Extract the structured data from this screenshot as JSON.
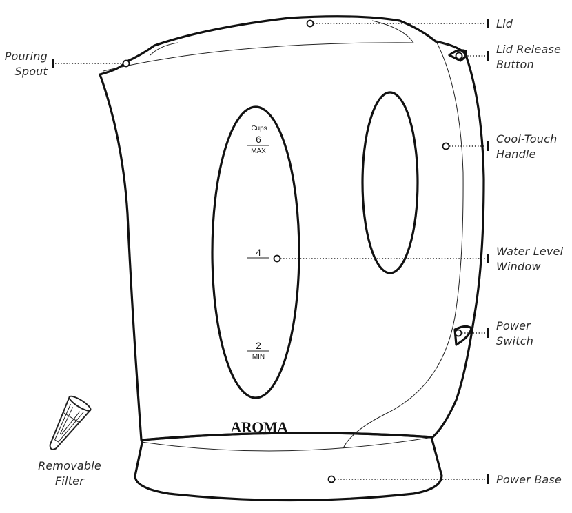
{
  "callouts": {
    "lid": "Lid",
    "lid_release_1": "Lid Release",
    "lid_release_2": "Button",
    "handle_1": "Cool-Touch",
    "handle_2": "Handle",
    "water_level_1": "Water Level",
    "water_level_2": "Window",
    "power_switch_1": "Power",
    "power_switch_2": "Switch",
    "power_base": "Power Base",
    "spout_1": "Pouring",
    "spout_2": "Spout",
    "filter_1": "Removable",
    "filter_2": "Filter"
  },
  "scale": {
    "cups": "Cups",
    "six": "6",
    "max": "MAX",
    "four": "4",
    "two": "2",
    "min": "MIN"
  },
  "brand": "AROMA"
}
